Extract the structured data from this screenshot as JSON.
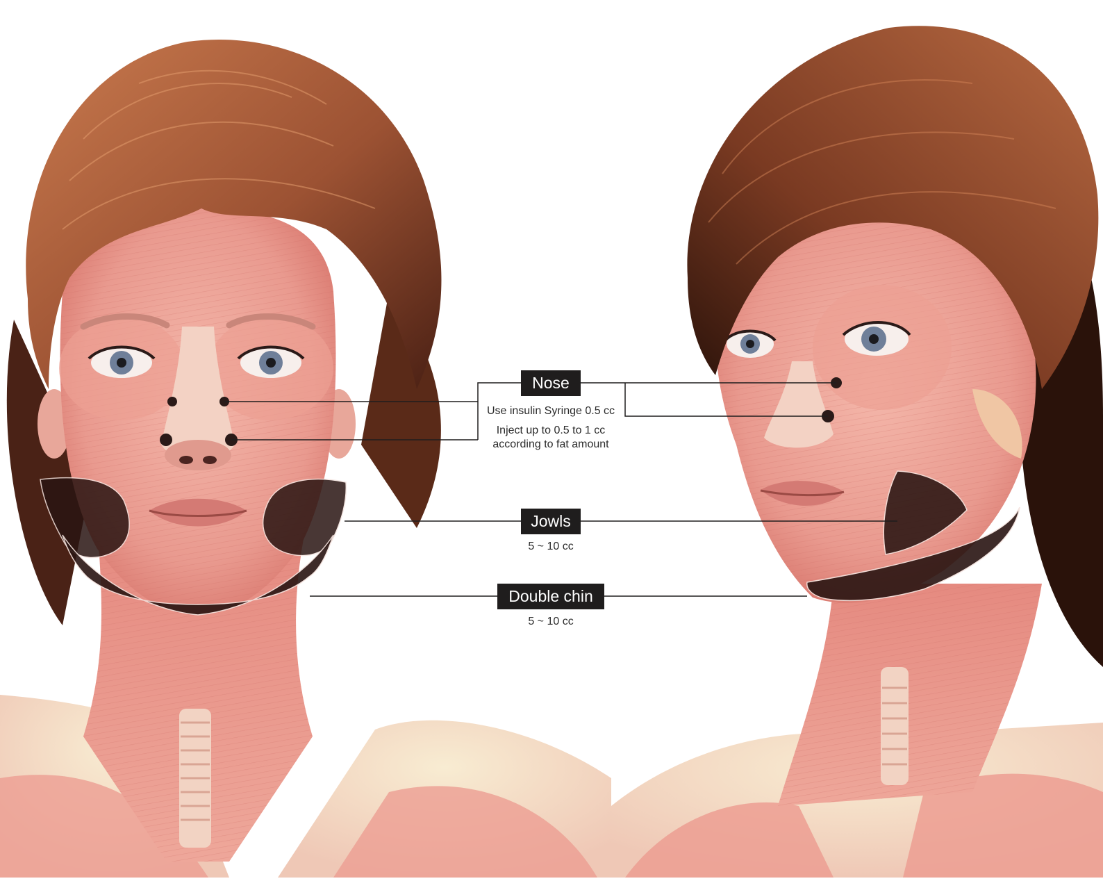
{
  "colors": {
    "hair": "#a8603c",
    "hair_dark": "#5a2a18",
    "skin": "#f2b9ac",
    "muscle": "#e58e84",
    "muscle_dark": "#c9675f",
    "cartilage": "#f3dccb",
    "shoulder_glow": "#f6e6c8",
    "fat_zone": "#2a1512",
    "line": "#1f1d1d",
    "label_bg": "#1f1d1d",
    "label_text": "#ffffff"
  },
  "regions": {
    "nose": {
      "label": "Nose",
      "notes": [
        "Use insulin Syringe 0.5 cc",
        "Inject up to 0.5 to 1 cc",
        "according to fat amount"
      ]
    },
    "jowls": {
      "label": "Jowls",
      "notes": [
        "5 ~ 10 cc"
      ]
    },
    "double_chin": {
      "label": "Double chin",
      "notes": [
        "5 ~ 10 cc"
      ]
    }
  }
}
